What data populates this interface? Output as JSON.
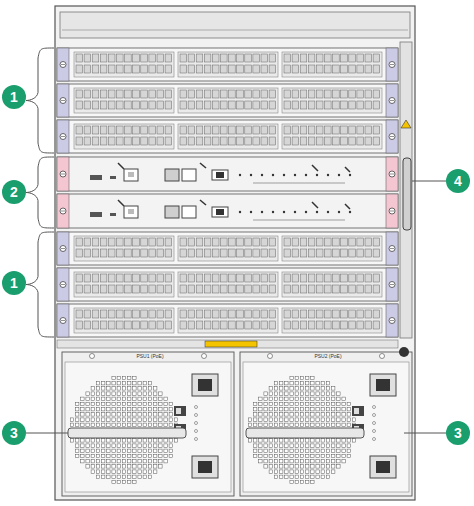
{
  "diagram": {
    "labels": [
      "1",
      "2",
      "1",
      "3",
      "3",
      "4",
      "PSU1 (PoE)",
      "PSU2 (PoE)"
    ]
  }
}
